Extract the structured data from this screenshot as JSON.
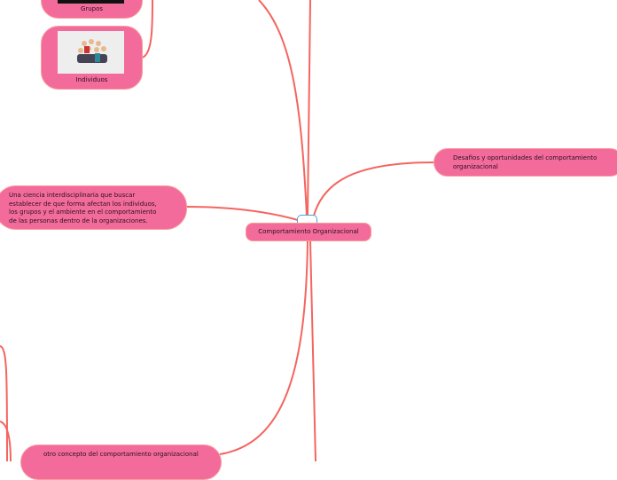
{
  "map": {
    "central": "Comportamiento Organizacional",
    "nodes": {
      "grupos": "Grupos",
      "individuos": "Individuos",
      "ciencia": "Una ciencia interdisciplinaria que buscar establecer de que forma afectan los individuos, los grupos y el ambiente en el comportamiento de las personas dentro de la organizaciones.",
      "desafios": "Desafios y oportunidades del comportamiento organizacional",
      "otro": "otro concepto del comportamiento organizacional"
    }
  },
  "colors": {
    "node": "#f36b9b",
    "link": "#f4655f",
    "selection": "#4aa3df"
  }
}
